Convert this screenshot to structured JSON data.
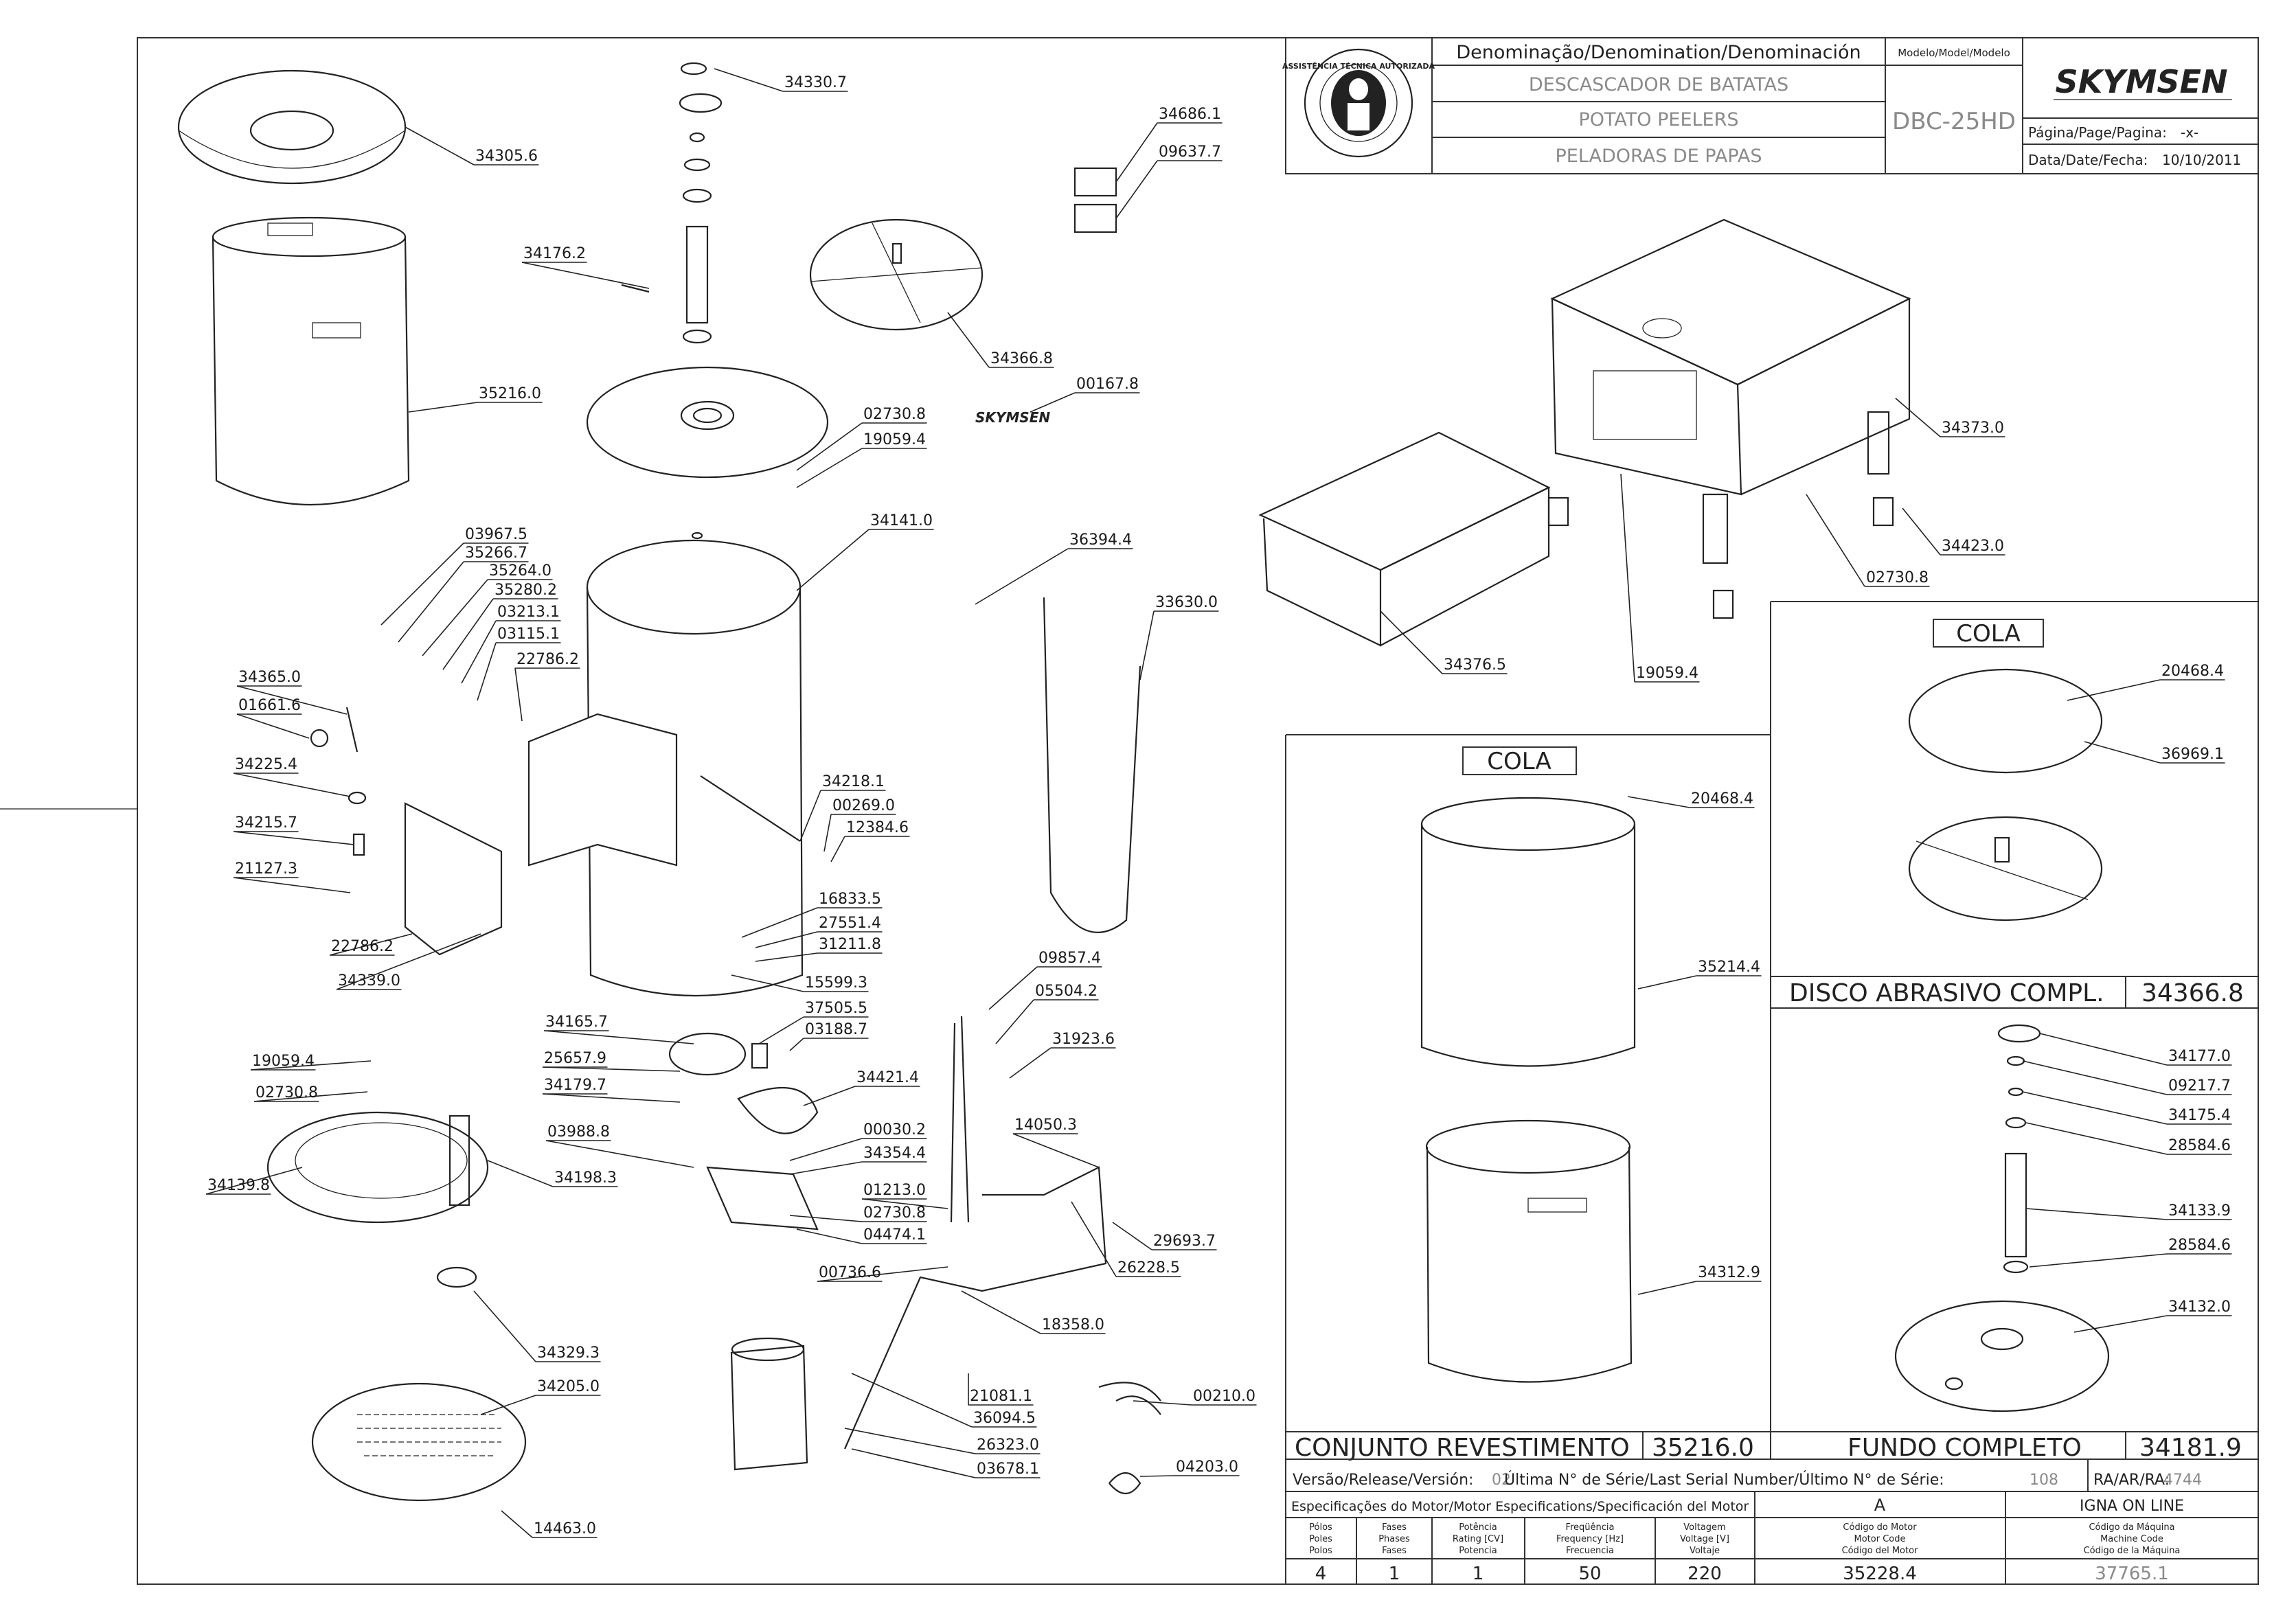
{
  "title_block": {
    "denomination_header": "Denominação/Denomination/Denominación",
    "name_pt": "DESCASCADOR DE BATATAS",
    "name_en": "POTATO PEELERS",
    "name_es": "PELADORAS DE PAPAS",
    "model_header": "Modelo/Model/Modelo",
    "model": "DBC-25HD",
    "brand": "SKYMSEN",
    "page_label": "Página/Page/Pagina:",
    "page_value": "-x-",
    "date_label": "Data/Date/Fecha:",
    "date_value": "10/10/2011",
    "seal_text": "ASSISTÊNCIA TÉCNICA AUTORIZADA"
  },
  "footer": {
    "release_label": "Versão/Release/Versión:",
    "release_value": "02",
    "serial_label": "Última N° de Série/Last Serial Number/Último N° de Série:",
    "serial_value": "108",
    "ra_label": "RA/AR/RA:",
    "ra_value": "4744",
    "motor_spec_header": "Especificações do Motor/Motor Especifications/Specificación del Motor",
    "motor_col_a": "A",
    "motor_col_b": "IGNA ON LINE",
    "cols": [
      {
        "h1": "Pólos",
        "h2": "Poles",
        "h3": "Polos",
        "value": "4"
      },
      {
        "h1": "Fases",
        "h2": "Phases",
        "h3": "Fases",
        "value": "1"
      },
      {
        "h1": "Potência",
        "h2": "Rating [CV]",
        "h3": "Potencia",
        "value": "1"
      },
      {
        "h1": "Freqüência",
        "h2": "Frequency [Hz]",
        "h3": "Frecuencia",
        "value": "50"
      },
      {
        "h1": "Voltagem",
        "h2": "Voltage [V]",
        "h3": "Voltaje",
        "value": "220"
      },
      {
        "h1": "Código do Motor",
        "h2": "Motor Code",
        "h3": "Código del Motor",
        "value": "35228.4"
      },
      {
        "h1": "Código da Máquina",
        "h2": "Machine Code",
        "h3": "Código de la Máquina",
        "value": "37765.1"
      }
    ]
  },
  "subassemblies": {
    "conjunto": {
      "title": "CONJUNTO REVESTIMENTO",
      "code": "35216.0",
      "tag": "COLA"
    },
    "fundo": {
      "title": "FUNDO COMPLETO",
      "code": "34181.9"
    },
    "disco": {
      "title": "DISCO ABRASIVO COMPL.",
      "code": "34366.8",
      "tag": "COLA"
    }
  },
  "parts": [
    "34330.7",
    "34305.6",
    "34176.2",
    "34686.1",
    "09637.7",
    "35216.0",
    "34366.8",
    "00167.8",
    "02730.8",
    "19059.4",
    "34141.0",
    "36394.4",
    "33630.0",
    "03967.5",
    "35266.7",
    "35264.0",
    "35280.2",
    "03213.1",
    "03115.1",
    "22786.2",
    "34365.0",
    "01661.6",
    "34225.4",
    "34218.1",
    "00269.0",
    "12384.6",
    "34215.7",
    "21127.3",
    "22786.2",
    "34339.0",
    "16833.5",
    "27551.4",
    "31211.8",
    "15599.3",
    "09857.4",
    "05504.2",
    "34165.7",
    "37505.5",
    "03188.7",
    "31923.6",
    "19059.4",
    "25657.9",
    "34179.7",
    "34421.4",
    "02730.8",
    "03988.8",
    "00030.2",
    "34354.4",
    "14050.3",
    "34139.8",
    "34198.3",
    "01213.0",
    "02730.8",
    "04474.1",
    "29693.7",
    "00736.6",
    "26228.5",
    "18358.0",
    "34329.3",
    "34205.0",
    "21081.1",
    "36094.5",
    "00210.0",
    "26323.0",
    "03678.1",
    "04203.0",
    "14463.0",
    "34373.0",
    "34423.0",
    "02730.8",
    "34376.5",
    "19059.4",
    "20468.4",
    "36969.1",
    "20468.4",
    "35214.4",
    "34312.9",
    "34177.0",
    "09217.7",
    "34175.4",
    "28584.6",
    "34133.9",
    "28584.6",
    "34132.0"
  ]
}
